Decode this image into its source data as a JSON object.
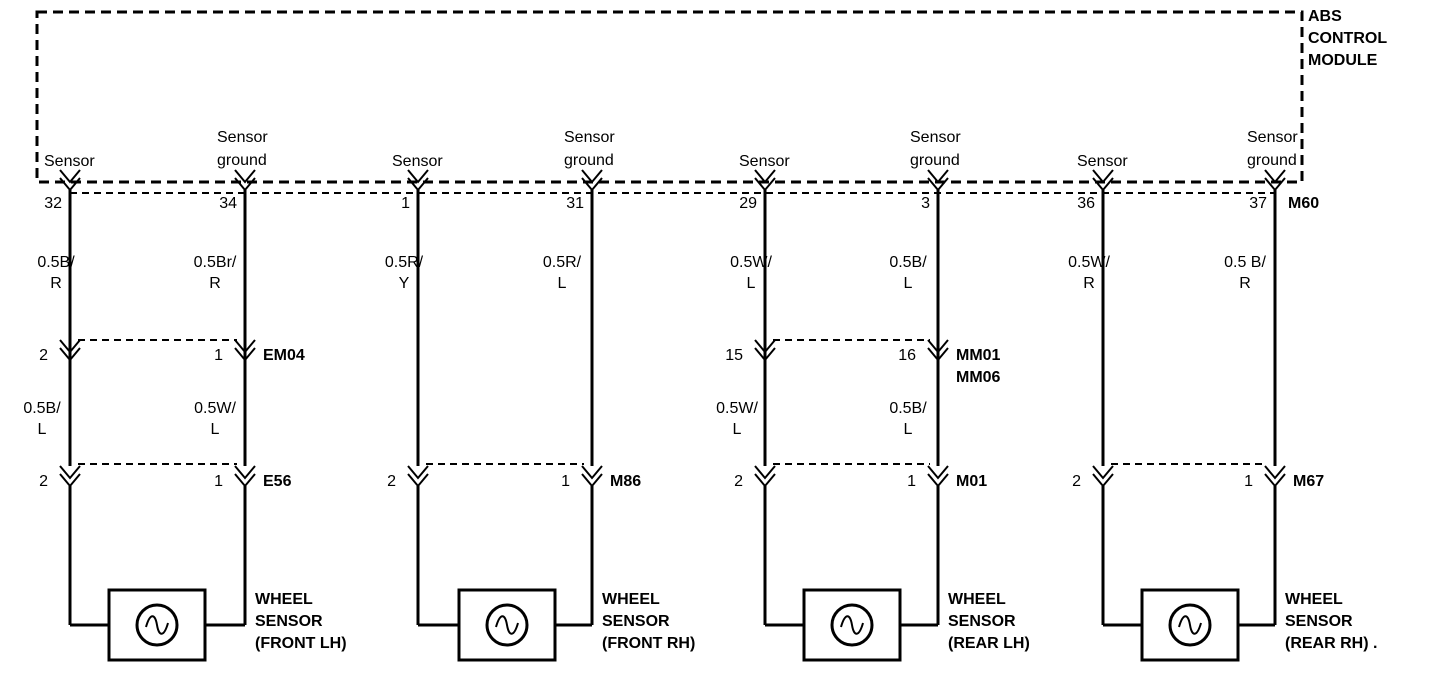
{
  "module": {
    "title_lines": [
      "ABS",
      "CONTROL",
      "MODULE"
    ]
  },
  "module_connector": "M60",
  "channels": [
    {
      "sig_label": "Sensor",
      "gnd_label_lines": [
        "Sensor",
        "ground"
      ],
      "sig_pin": "32",
      "gnd_pin": "34",
      "sig_wire1": [
        "0.5B/",
        "R"
      ],
      "gnd_wire1": [
        "0.5Br/",
        "R"
      ],
      "mid_connector": {
        "name_lines": [
          "EM04"
        ],
        "sig_pin": "2",
        "gnd_pin": "1"
      },
      "sig_wire2": [
        "0.5B/",
        "L"
      ],
      "gnd_wire2": [
        "0.5W/",
        "L"
      ],
      "bot_connector": {
        "name": "E56",
        "sig_pin": "2",
        "gnd_pin": "1"
      },
      "sensor_lines": [
        "WHEEL",
        "SENSOR",
        "(FRONT LH)"
      ]
    },
    {
      "sig_label": "Sensor",
      "gnd_label_lines": [
        "Sensor",
        "ground"
      ],
      "sig_pin": "1",
      "gnd_pin": "31",
      "sig_wire1": [
        "0.5R/",
        "Y"
      ],
      "gnd_wire1": [
        "0.5R/",
        "L"
      ],
      "mid_connector": null,
      "sig_wire2": null,
      "gnd_wire2": null,
      "bot_connector": {
        "name": "M86",
        "sig_pin": "2",
        "gnd_pin": "1"
      },
      "sensor_lines": [
        "WHEEL",
        "SENSOR",
        "(FRONT RH)"
      ]
    },
    {
      "sig_label": "Sensor",
      "gnd_label_lines": [
        "Sensor",
        "ground"
      ],
      "sig_pin": "29",
      "gnd_pin": "3",
      "sig_wire1": [
        "0.5W/",
        "L"
      ],
      "gnd_wire1": [
        "0.5B/",
        "L"
      ],
      "mid_connector": {
        "name_lines": [
          "MM01",
          "MM06"
        ],
        "sig_pin": "15",
        "gnd_pin": "16"
      },
      "sig_wire2": [
        "0.5W/",
        "L"
      ],
      "gnd_wire2": [
        "0.5B/",
        "L"
      ],
      "bot_connector": {
        "name": "M01",
        "sig_pin": "2",
        "gnd_pin": "1"
      },
      "sensor_lines": [
        "WHEEL",
        "SENSOR",
        "(REAR LH)"
      ]
    },
    {
      "sig_label": "Sensor",
      "gnd_label_lines": [
        "Sensor",
        "ground"
      ],
      "sig_pin": "36",
      "gnd_pin": "37",
      "sig_wire1": [
        "0.5W/",
        "R"
      ],
      "gnd_wire1": [
        "0.5 B/",
        "R"
      ],
      "mid_connector": null,
      "sig_wire2": null,
      "gnd_wire2": null,
      "bot_connector": {
        "name": "M67",
        "sig_pin": "2",
        "gnd_pin": "1"
      },
      "sensor_lines": [
        "WHEEL",
        "SENSOR",
        "(REAR RH) ."
      ]
    }
  ]
}
